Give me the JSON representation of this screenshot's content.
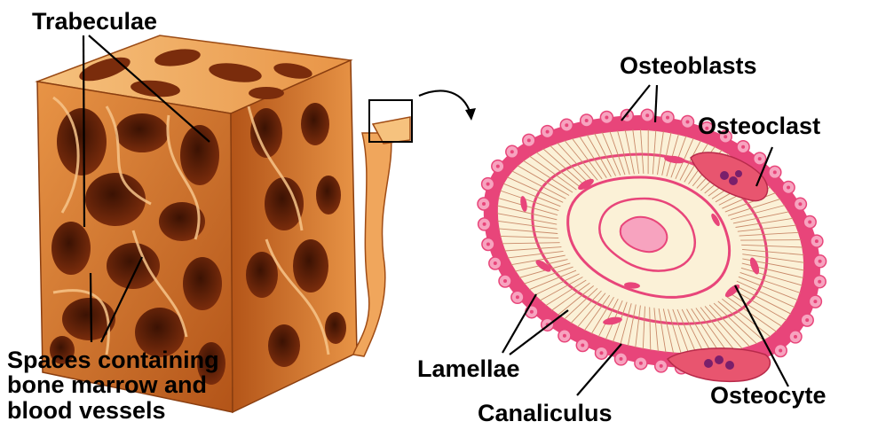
{
  "labels": {
    "trabeculae": "Trabeculae",
    "spaces": [
      "Spaces containing",
      "bone marrow and",
      "blood vessels"
    ],
    "osteoblasts": "Osteoblasts",
    "osteoclast": "Osteoclast",
    "lamellae": "Lamellae",
    "canaliculus": "Canaliculus",
    "osteocyte": "Osteocyte"
  },
  "colors": {
    "bone_light": "#f6c27e",
    "bone_mid": "#e89446",
    "bone_dark": "#b35418",
    "cavity": "#5a1f07",
    "lamella_fill": "#fbf1d7",
    "membrane": "#e8457a",
    "membrane_light": "#f7a3bf",
    "osteoclast": "#e8556f",
    "nucleus": "#7a1f6b"
  }
}
